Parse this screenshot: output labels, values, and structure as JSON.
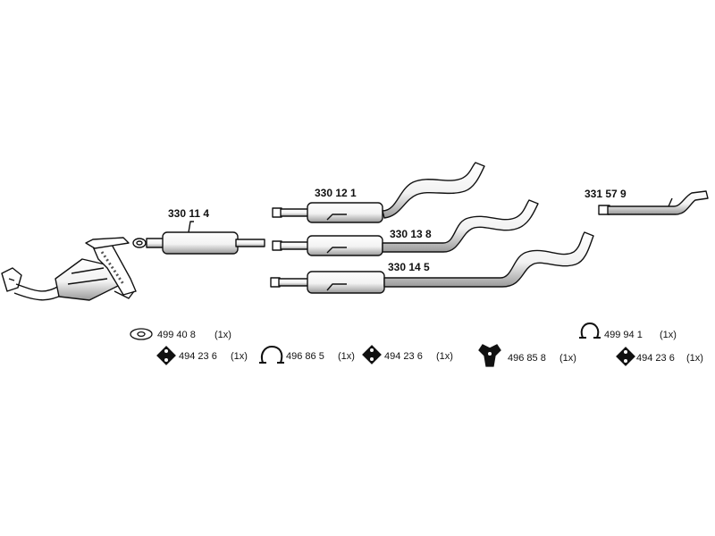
{
  "parts": {
    "front_silencer": "330 11 4",
    "rear_silencer_a": "330 12 1",
    "rear_silencer_b": "330 13 8",
    "rear_silencer_c": "330 14 5",
    "tail_pipe": "331 57 9"
  },
  "accessories": [
    {
      "code": "499 40 8",
      "qty": "(1x)",
      "icon": "gasket-icon"
    },
    {
      "code": "494 23 6",
      "qty": "(1x)",
      "icon": "rubber-mount-icon"
    },
    {
      "code": "496 86 5",
      "qty": "(1x)",
      "icon": "pipe-clamp-icon"
    },
    {
      "code": "494 23 6",
      "qty": "(1x)",
      "icon": "rubber-mount-icon"
    },
    {
      "code": "496 85 8",
      "qty": "(1x)",
      "icon": "hanger-bracket-icon"
    },
    {
      "code": "499 94 1",
      "qty": "(1x)",
      "icon": "clamp-ring-icon"
    },
    {
      "code": "494 23 6",
      "qty": "(1x)",
      "icon": "rubber-mount-icon"
    }
  ],
  "colors": {
    "line": "#111111",
    "fill": "#ffffff",
    "shade": "#bbbbbb"
  }
}
